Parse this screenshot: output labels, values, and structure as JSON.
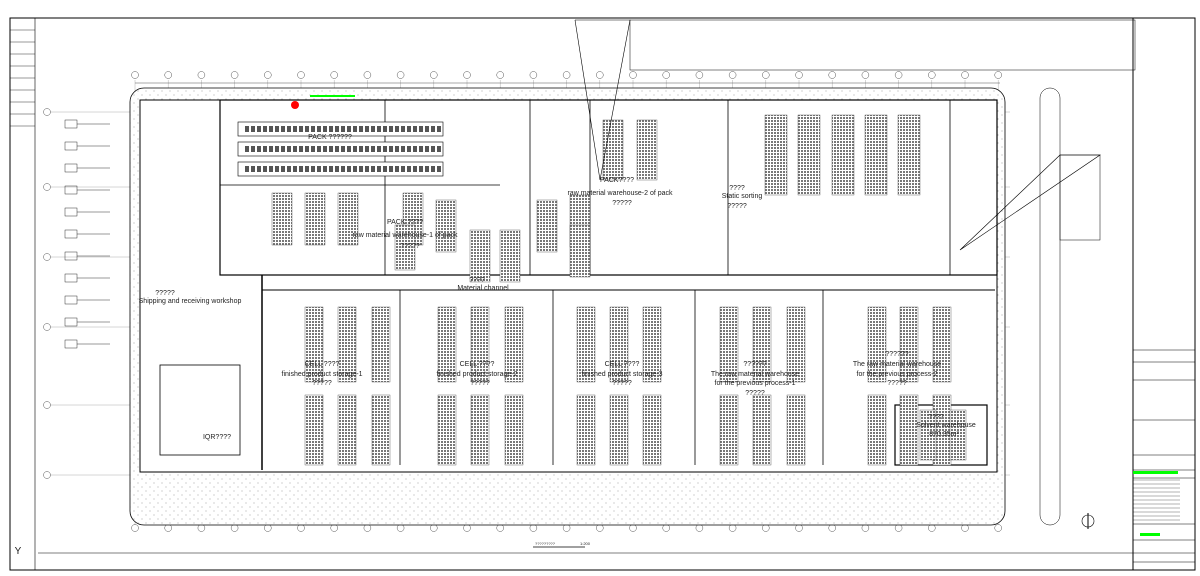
{
  "drawing": {
    "title": "?????????",
    "scale": "1:200",
    "axis_mark": "Y",
    "colors": {
      "line": "#000000",
      "hatch": "#555555",
      "highlight": "#00ff00",
      "marker": "#ff0000"
    }
  },
  "areas": {
    "pack_top": "PACK  ??????",
    "pack1_title": "PACK  ????",
    "pack1_name": "raw material warehouse-1 of pack",
    "pack1_code": "?????",
    "pack2_title": "PACK????",
    "pack2_name": "raw material warehouse-2 of pack",
    "pack2_code": "?????",
    "static_code": "????",
    "static_name": "Static sorting",
    "static_sub": "?????",
    "channel_code": "????",
    "channel_name": "Material channel",
    "ship_code": "?????",
    "ship_name": "Shipping and receiving workshop",
    "cell1_title": "CELL ????",
    "cell1_name": "finished product storage-1",
    "cell1_code": "?????",
    "cell2_title": "CELL ????",
    "cell2_name": "finished product storage-2",
    "cell2_code": "?????",
    "cell3_title": "CELL ????",
    "cell3_name": "finished product storage-3",
    "cell3_code": "?????",
    "prev1_code": "??????",
    "prev1_name_a": "The raw material warehouse",
    "prev1_name_b": "for the previous process-1",
    "prev1_sub": "?????",
    "prev2_code": "??????",
    "prev2_name_a": "The raw material warehouse",
    "prev2_name_b": "for the previous process-2",
    "prev2_sub": "?????",
    "solvent_code": "????",
    "solvent_name": "Solvent warehouse",
    "solvent_area": "870.35m²",
    "iqr": "IQR????"
  }
}
